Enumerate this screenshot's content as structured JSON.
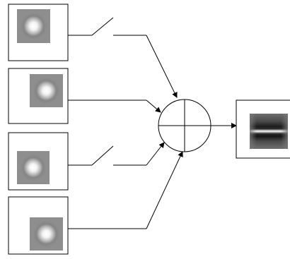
{
  "diagram": {
    "inputs": [
      {
        "id": "input-1",
        "pattern": "center-surround-blob",
        "switch_state": "open"
      },
      {
        "id": "input-2",
        "pattern": "center-surround-blob",
        "switch_state": "closed"
      },
      {
        "id": "input-3",
        "pattern": "center-surround-blob",
        "switch_state": "open"
      },
      {
        "id": "input-4",
        "pattern": "center-surround-blob",
        "switch_state": "closed"
      }
    ],
    "summing_node": {
      "symbol": "circle-with-cross"
    },
    "output": {
      "pattern": "horizontal-bars"
    },
    "colors": {
      "line": "#000000",
      "frame_fill": "#ffffff",
      "patch_gray": "#8c8c8c",
      "blob_white": "#ffffff",
      "bar_dark": "#111111",
      "bar_light": "#f2f2f2"
    }
  }
}
